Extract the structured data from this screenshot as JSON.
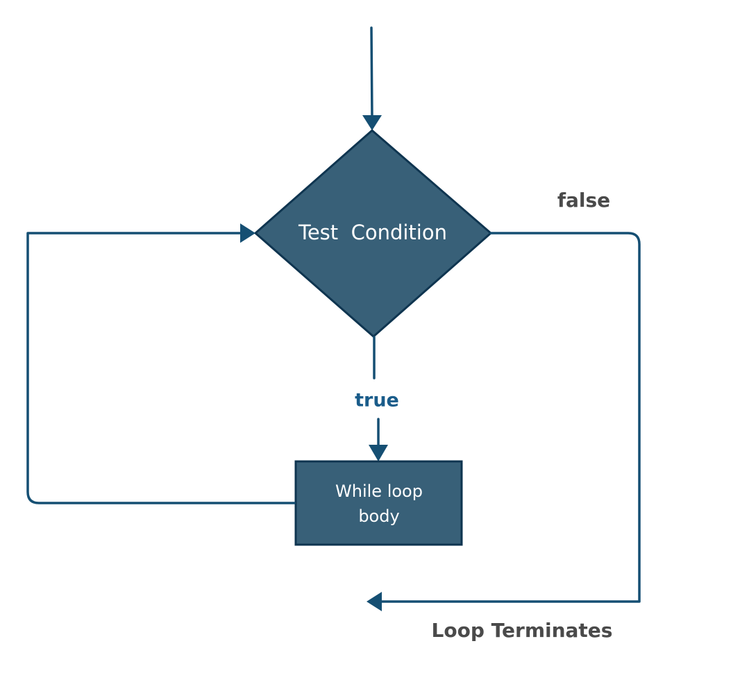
{
  "nodes": {
    "decision": {
      "label": "Test  Condition",
      "shape": "diamond"
    },
    "process": {
      "label_line1": "While loop",
      "label_line2": "body",
      "shape": "rectangle"
    }
  },
  "edges": {
    "true_label": "true",
    "false_label": "false",
    "exit_label": "Loop Terminates"
  },
  "colors": {
    "line": "#154f73",
    "node_fill": "#386078",
    "node_border": "#0f3550",
    "true_label": "#1a5c8a",
    "false_label": "#4a4a4a",
    "exit_label": "#4a4a4a",
    "node_text": "#ffffff"
  }
}
